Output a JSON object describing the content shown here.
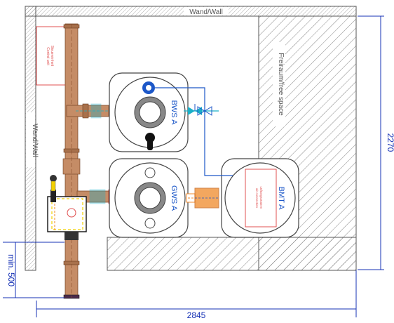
{
  "labels": {
    "wall_top": "Wand/Wall",
    "wall_left": "Wand/Wall",
    "free_space": "Freiraum/free space",
    "bws": "BWS A",
    "gws": "GWS A",
    "bmt": "BMT A",
    "control_unit": "Steuereinheit\nControl unit",
    "bmt_note": "Lüftungsstutzen\nair connection"
  },
  "dimensions": {
    "height": "2270",
    "width": "2845",
    "min_clearance": "min. 500"
  },
  "colors": {
    "wall": "#555555",
    "hatch": "#777777",
    "copper": "#c48a64",
    "pipe_dark": "#8a4f2c",
    "blue": "#1c57c8",
    "cyan": "#1ab0c8",
    "dim_blue": "#1531b5",
    "red": "#e05050",
    "orange": "#f08a2a",
    "yellow": "#f2d000"
  }
}
